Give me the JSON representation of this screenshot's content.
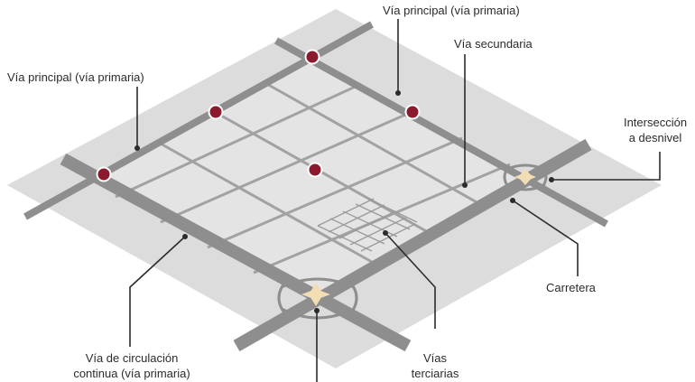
{
  "labels": {
    "top_primary": "Vía principal (vía primaria)",
    "left_primary": "Vía principal (vía primaria)",
    "secondary": "Vía secundaria",
    "interchange_line1": "Intersección",
    "interchange_line2": "a desnivel",
    "highway": "Carretera",
    "continuous_line1": "Vía de circulación",
    "continuous_line2": "continua (vía primaria)",
    "tertiary_line1": "Vías",
    "tertiary_line2": "terciarias"
  },
  "colors": {
    "ground": "#dcdcdc",
    "block": "#e6e6e6",
    "main_road": "#8c8c8c",
    "minor_road": "#9e9e9e",
    "intersection_marker": "#8b1a2f",
    "interchange": "#f3ddb5",
    "leader_line": "#2b2b2b"
  }
}
